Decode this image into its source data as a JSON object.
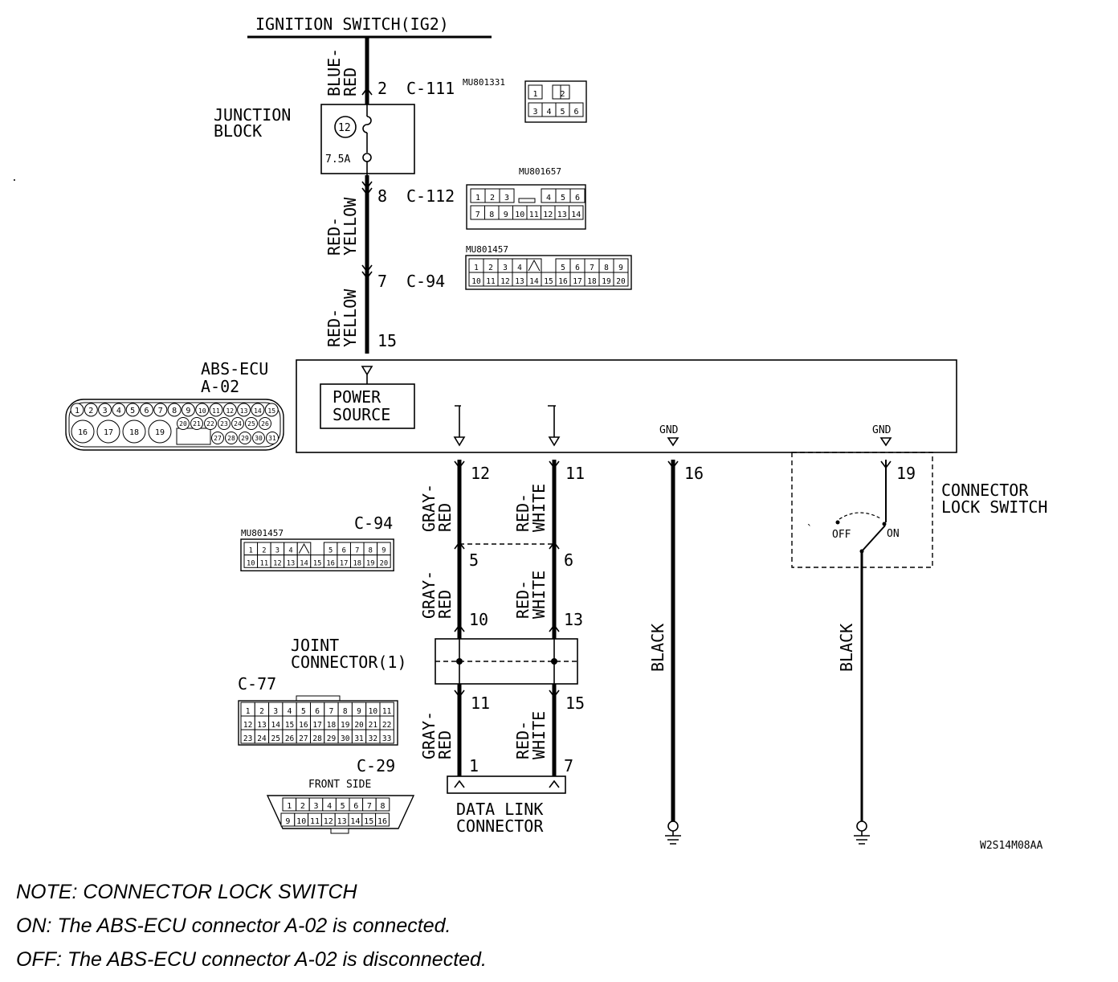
{
  "ignition": "IGNITION SWITCH(IG2)",
  "wire_colors": {
    "blue_red": [
      "BLUE-",
      "RED"
    ],
    "red_yellow": [
      "RED-",
      "YELLOW"
    ],
    "gray_red": [
      "GRAY-",
      "RED"
    ],
    "red_white": [
      "RED-",
      "WHITE"
    ],
    "black": "BLACK"
  },
  "junction_block": {
    "label": [
      "JUNCTION",
      "BLOCK"
    ],
    "fuse_no": "12",
    "fuse_rating": "7.5A"
  },
  "connectors": {
    "c111": {
      "id": "C-111",
      "pin": "2",
      "part": "MU801331",
      "pins_top": [
        "1",
        "2"
      ],
      "pins_bottom": [
        "3",
        "4",
        "5",
        "6"
      ]
    },
    "c112": {
      "id": "C-112",
      "pin": "8",
      "part": "MU801657",
      "pins_top": [
        "1",
        "2",
        "3",
        "4",
        "5",
        "6"
      ],
      "pins_bottom": [
        "7",
        "8",
        "9",
        "10",
        "11",
        "12",
        "13",
        "14"
      ]
    },
    "c94_top": {
      "id": "C-94",
      "pin": "7",
      "part": "MU801457"
    },
    "c94_bottom": {
      "id": "C-94",
      "part": "MU801457"
    },
    "c94_pins_top": [
      "1",
      "2",
      "3",
      "4",
      "5",
      "6",
      "7",
      "8",
      "9"
    ],
    "c94_pins_bottom": [
      "10",
      "11",
      "12",
      "13",
      "14",
      "15",
      "16",
      "17",
      "18",
      "19",
      "20"
    ],
    "c77": {
      "id": "C-77",
      "rows": [
        [
          "1",
          "2",
          "3",
          "4",
          "5",
          "6",
          "7",
          "8",
          "9",
          "10",
          "11"
        ],
        [
          "12",
          "13",
          "14",
          "15",
          "16",
          "17",
          "18",
          "19",
          "20",
          "21",
          "22"
        ],
        [
          "23",
          "24",
          "25",
          "26",
          "27",
          "28",
          "29",
          "30",
          "31",
          "32",
          "33"
        ]
      ]
    },
    "c29": {
      "id": "C-29",
      "side": "FRONT SIDE",
      "pins_top": [
        "1",
        "2",
        "3",
        "4",
        "5",
        "6",
        "7",
        "8"
      ],
      "pins_bottom": [
        "9",
        "10",
        "11",
        "12",
        "13",
        "14",
        "15",
        "16"
      ]
    },
    "a02": {
      "id": "A-02",
      "big": [
        "16",
        "17",
        "18",
        "19"
      ],
      "top": [
        "1",
        "2",
        "3",
        "4",
        "5",
        "6",
        "7",
        "8",
        "9",
        "10",
        "11",
        "12",
        "13",
        "14",
        "15"
      ],
      "mid": [
        "20",
        "21",
        "22",
        "23",
        "24",
        "25",
        "26"
      ],
      "bot": [
        "27",
        "28",
        "29",
        "30",
        "31"
      ]
    }
  },
  "ecu": {
    "label": "ABS-ECU",
    "power_source": [
      "POWER",
      "SOURCE"
    ],
    "gnd": "GND"
  },
  "pins": {
    "ecu_power": "15",
    "p12": "12",
    "p11": "11",
    "p16": "16",
    "p19": "19",
    "p5": "5",
    "p6": "6",
    "p10": "10",
    "p13": "13",
    "j11": "11",
    "j15": "15",
    "d1": "1",
    "d7": "7"
  },
  "joint_connector": [
    "JOINT",
    "CONNECTOR(1)"
  ],
  "data_link": [
    "DATA LINK",
    "CONNECTOR"
  ],
  "lock_switch": {
    "label": [
      "CONNECTOR",
      "LOCK SWITCH"
    ],
    "off": "OFF",
    "on": "ON"
  },
  "code": "W2S14M08AA",
  "notes": [
    "NOTE: CONNECTOR LOCK SWITCH",
    "ON: The ABS-ECU connector A-02 is connected.",
    "OFF: The ABS-ECU connector A-02 is disconnected."
  ]
}
